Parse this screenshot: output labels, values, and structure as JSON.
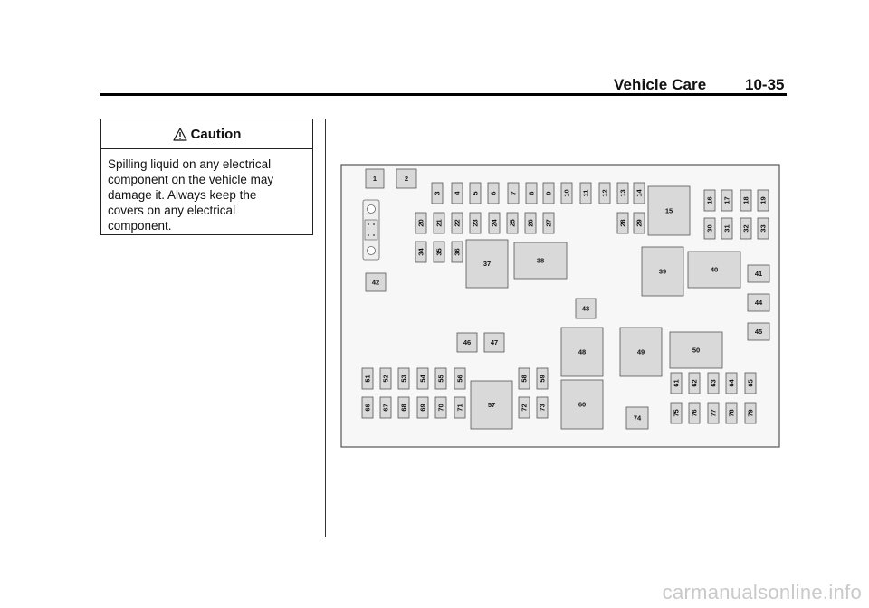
{
  "header": {
    "title": "Vehicle Care",
    "page": "10-35"
  },
  "caution": {
    "icon": "warning-triangle-icon",
    "title": "Caution",
    "lines": [
      "Spilling liquid on any electrical",
      "component on the vehicle may",
      "damage it. Always keep the",
      "covers on any electrical",
      "component."
    ]
  },
  "diagram": {
    "fuses": [
      {
        "label": "1"
      },
      {
        "label": "2"
      },
      {
        "label": "3"
      },
      {
        "label": "4"
      },
      {
        "label": "5"
      },
      {
        "label": "6"
      },
      {
        "label": "7"
      },
      {
        "label": "8"
      },
      {
        "label": "9"
      },
      {
        "label": "10"
      },
      {
        "label": "11"
      },
      {
        "label": "12"
      },
      {
        "label": "13"
      },
      {
        "label": "14"
      },
      {
        "label": "15"
      },
      {
        "label": "16"
      },
      {
        "label": "17"
      },
      {
        "label": "18"
      },
      {
        "label": "19"
      },
      {
        "label": "20"
      },
      {
        "label": "21"
      },
      {
        "label": "22"
      },
      {
        "label": "23"
      },
      {
        "label": "24"
      },
      {
        "label": "25"
      },
      {
        "label": "26"
      },
      {
        "label": "27"
      },
      {
        "label": "28"
      },
      {
        "label": "29"
      },
      {
        "label": "30"
      },
      {
        "label": "31"
      },
      {
        "label": "32"
      },
      {
        "label": "33"
      },
      {
        "label": "34"
      },
      {
        "label": "35"
      },
      {
        "label": "36"
      },
      {
        "label": "37"
      },
      {
        "label": "38"
      },
      {
        "label": "39"
      },
      {
        "label": "40"
      },
      {
        "label": "41"
      },
      {
        "label": "42"
      },
      {
        "label": "43"
      },
      {
        "label": "44"
      },
      {
        "label": "45"
      },
      {
        "label": "46"
      },
      {
        "label": "47"
      },
      {
        "label": "48"
      },
      {
        "label": "49"
      },
      {
        "label": "50"
      },
      {
        "label": "51"
      },
      {
        "label": "52"
      },
      {
        "label": "53"
      },
      {
        "label": "54"
      },
      {
        "label": "55"
      },
      {
        "label": "56"
      },
      {
        "label": "57"
      },
      {
        "label": "58"
      },
      {
        "label": "59"
      },
      {
        "label": "60"
      },
      {
        "label": "61"
      },
      {
        "label": "62"
      },
      {
        "label": "63"
      },
      {
        "label": "64"
      },
      {
        "label": "65"
      },
      {
        "label": "66"
      },
      {
        "label": "67"
      },
      {
        "label": "68"
      },
      {
        "label": "69"
      },
      {
        "label": "70"
      },
      {
        "label": "71"
      },
      {
        "label": "72"
      },
      {
        "label": "73"
      },
      {
        "label": "74"
      },
      {
        "label": "75"
      },
      {
        "label": "76"
      },
      {
        "label": "77"
      },
      {
        "label": "78"
      },
      {
        "label": "79"
      }
    ]
  },
  "watermark": "carmanualsonline.info"
}
